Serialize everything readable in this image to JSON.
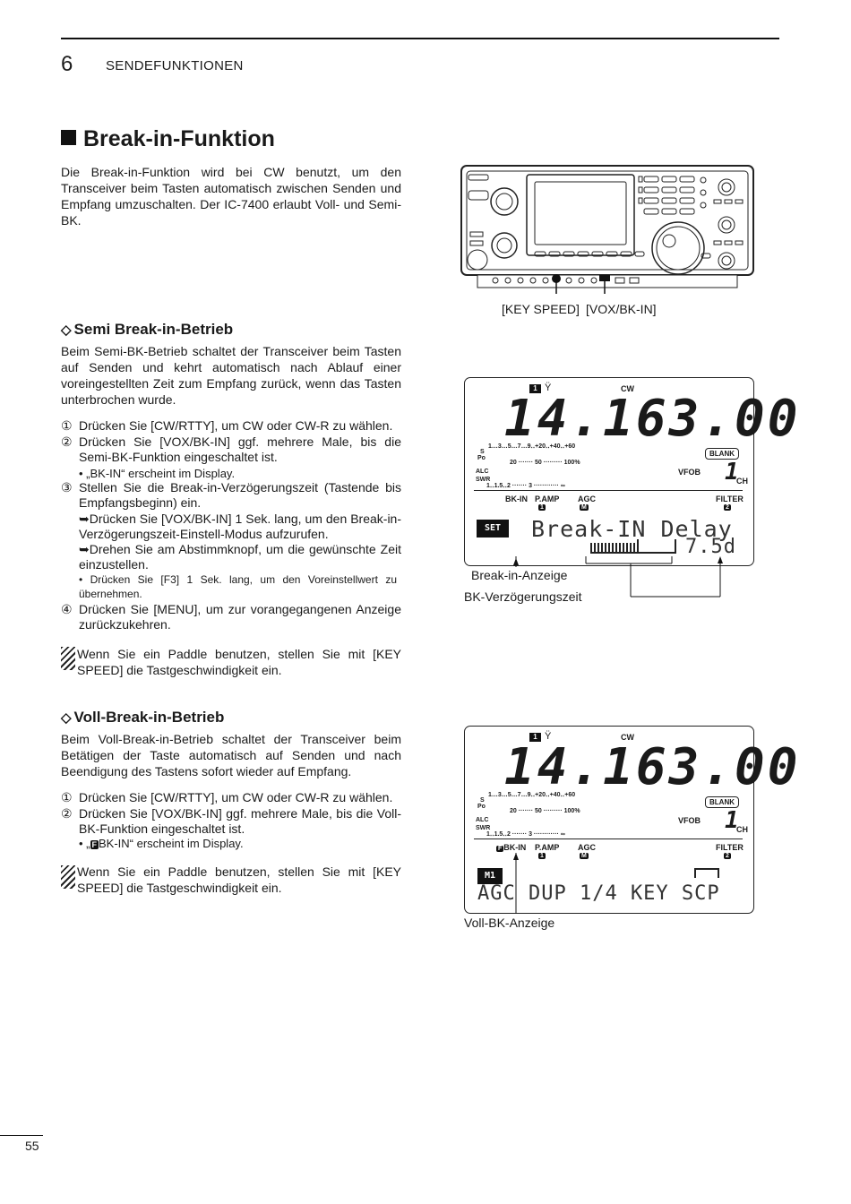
{
  "header": {
    "chapter_number": "6",
    "chapter_title": "SENDEFUNKTIONEN"
  },
  "section": {
    "title": "Break-in-Funktion",
    "intro": "Die Break-in-Funktion wird bei CW benutzt, um den Transceiver beim Tasten automatisch zwischen Senden und Empfang umzuschalten. Der IC-7400 erlaubt Voll- und Semi-BK."
  },
  "radio_figure": {
    "label_key_speed": "[KEY SPEED]",
    "label_vox": "[VOX/BK-IN]"
  },
  "semi": {
    "heading": "Semi Break-in-Betrieb",
    "intro": "Beim Semi-BK-Betrieb schaltet der Transceiver beim Tasten auf Senden und kehrt automatisch nach Ablauf einer voreingestellten Zeit zum Empfang zurück, wenn das Tasten unterbrochen wurde.",
    "step1_num": "①",
    "step1": "Drücken Sie [CW/RTTY], um CW oder CW-R zu wählen.",
    "step2_num": "②",
    "step2": "Drücken Sie [VOX/BK-IN] ggf. mehrere Male, bis die Semi-BK-Funktion eingeschaltet ist.",
    "step2_bullet": "• „BK-IN“ erscheint im Display.",
    "step3_num": "③",
    "step3": "Stellen Sie die Break-in-Verzögerungszeit (Tastende bis Empfangsbeginn) ein.",
    "step3_arrow1": "➥Drücken Sie [VOX/BK-IN] 1 Sek. lang, um den Break-in-Verzögerungszeit-Einstell-Modus aufzurufen.",
    "step3_arrow2": "➥Drehen Sie am Abstimmknopf, um die gewünschte Zeit einzustellen.",
    "step3_bullet": "• Drücken Sie [F3] 1 Sek. lang, um den Voreinstellwert zu übernehmen.",
    "step4_num": "④",
    "step4": "Drücken Sie [MENU], um zur vorangegangenen Anzeige zurückzukehren.",
    "note": "Wenn Sie ein Paddle benutzen, stellen Sie mit [KEY SPEED] die Tastgeschwindigkeit ein."
  },
  "full": {
    "heading": "Voll-Break-in-Betrieb",
    "intro": "Beim Voll-Break-in-Betrieb schaltet der Transceiver beim Betätigen der Taste automatisch auf Senden und nach Beendigung des Tastens sofort wieder auf Empfang.",
    "step1_num": "①",
    "step1": "Drücken Sie [CW/RTTY], um CW oder CW-R zu wählen.",
    "step2_num": "②",
    "step2": "Drücken Sie [VOX/BK-IN] ggf. mehrere Male, bis die Voll-BK-Funktion eingeschaltet ist.",
    "step2_bullet_pre": "• „",
    "step2_bullet_f": "F",
    "step2_bullet_post": "BK-IN“ erscheint im Display.",
    "note": "Wenn Sie ein Paddle benutzen, stellen Sie mit [KEY SPEED] die Tastgeschwindigkeit ein."
  },
  "lcd1": {
    "mode": "CW",
    "vfo_icon": "1",
    "frequency": "14.163.00",
    "blank": "BLANK",
    "vfo": "VFOB",
    "ch_num": "1",
    "ch": "CH",
    "s_scale": "1…3…5…7…9‥+20‥+40‥+60",
    "po_scale": "20 ······· 50 ········· 100%",
    "swr_scale": "1‥1.5‥2 ······· 3 ············ ∞",
    "s": "S",
    "po": "Po",
    "alc": "ALC",
    "swr": "SWR",
    "f1": "BK-IN",
    "f2": "P.AMP",
    "f3": "AGC",
    "f4": "FILTER",
    "f2_sub": "1",
    "f3_sub": "M",
    "f4_sub": "2",
    "dot_line": "Break-IN Delay",
    "dot_value": "7.5d",
    "menu_icon": "SET",
    "cap1": "Break-in-Anzeige",
    "cap2": "BK-Verzögerungszeit"
  },
  "lcd2": {
    "mode": "CW",
    "vfo_icon": "1",
    "frequency": "14.163.00",
    "blank": "BLANK",
    "vfo": "VFOB",
    "ch_num": "1",
    "ch": "CH",
    "s_scale": "1…3…5…7…9‥+20‥+40‥+60",
    "po_scale": "20 ······· 50 ········· 100%",
    "swr_scale": "1‥1.5‥2 ······· 3 ············ ∞",
    "s": "S",
    "po": "Po",
    "alc": "ALC",
    "swr": "SWR",
    "f1_pre": "F",
    "f1": "BK-IN",
    "f2": "P.AMP",
    "f3": "AGC",
    "f4": "FILTER",
    "f2_sub": "1",
    "f3_sub": "M",
    "f4_sub": "2",
    "dot_line": "AGC DUP 1/4 KEY SCP",
    "menu_icon": "M1",
    "cap1": "Voll-BK-Anzeige"
  },
  "footer": {
    "page_number": "55"
  }
}
